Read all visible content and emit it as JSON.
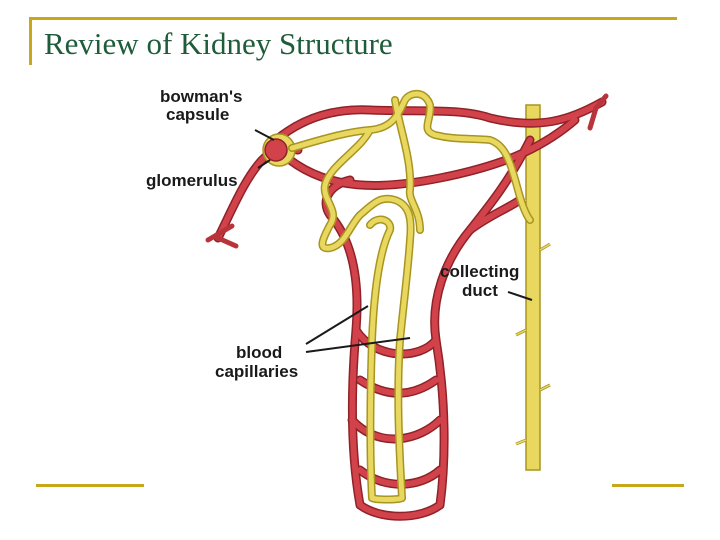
{
  "slide": {
    "title": "Review of Kidney Structure"
  },
  "diagram": {
    "labels": {
      "bowman_line1": "bowman's",
      "bowman_line2": "capsule",
      "glomerulus": "glomerulus",
      "collecting_line1": "collecting",
      "collecting_line2": "duct",
      "blood_line1": "blood",
      "blood_line2": "capillaries"
    },
    "colors": {
      "vessel": "#b8333a",
      "vessel_fill": "#d2424a",
      "tubule": "#e8d860",
      "tubule_outline": "#a89420",
      "frame": "#c8a818",
      "title": "#1f5c3a"
    }
  }
}
